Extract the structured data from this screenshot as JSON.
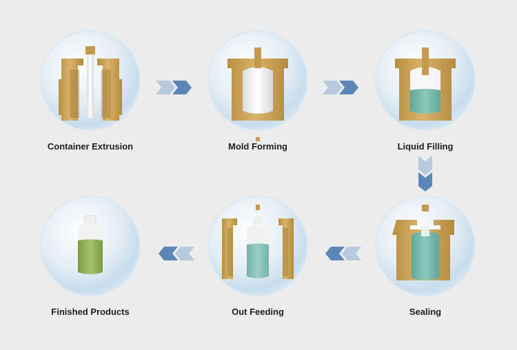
{
  "steps": [
    {
      "id": "container-extrusion",
      "label": "Container Extrusion"
    },
    {
      "id": "mold-forming",
      "label": "Mold Forming"
    },
    {
      "id": "liquid-filling",
      "label": "Liquid Filling"
    },
    {
      "id": "sealing",
      "label": "Sealing"
    },
    {
      "id": "out-feeding",
      "label": "Out Feeding"
    },
    {
      "id": "finished-products",
      "label": "Finished Products"
    }
  ],
  "colors": {
    "background": "#ececec",
    "bubble": "#cfe3f1",
    "mold_gold": "#c9a055",
    "mold_dark": "#a07c33",
    "arrow_dark": "#5b86b8",
    "arrow_light": "#b7c9dd",
    "liquid": "#6fb8a8",
    "product_green": "#8fae5a",
    "plastic_white": "#f4f4f4"
  },
  "icons": [
    "mold-extrusion-icon",
    "mold-forming-icon",
    "mold-filling-icon",
    "mold-sealing-icon",
    "mold-out-feeding-icon",
    "bottle-icon"
  ]
}
